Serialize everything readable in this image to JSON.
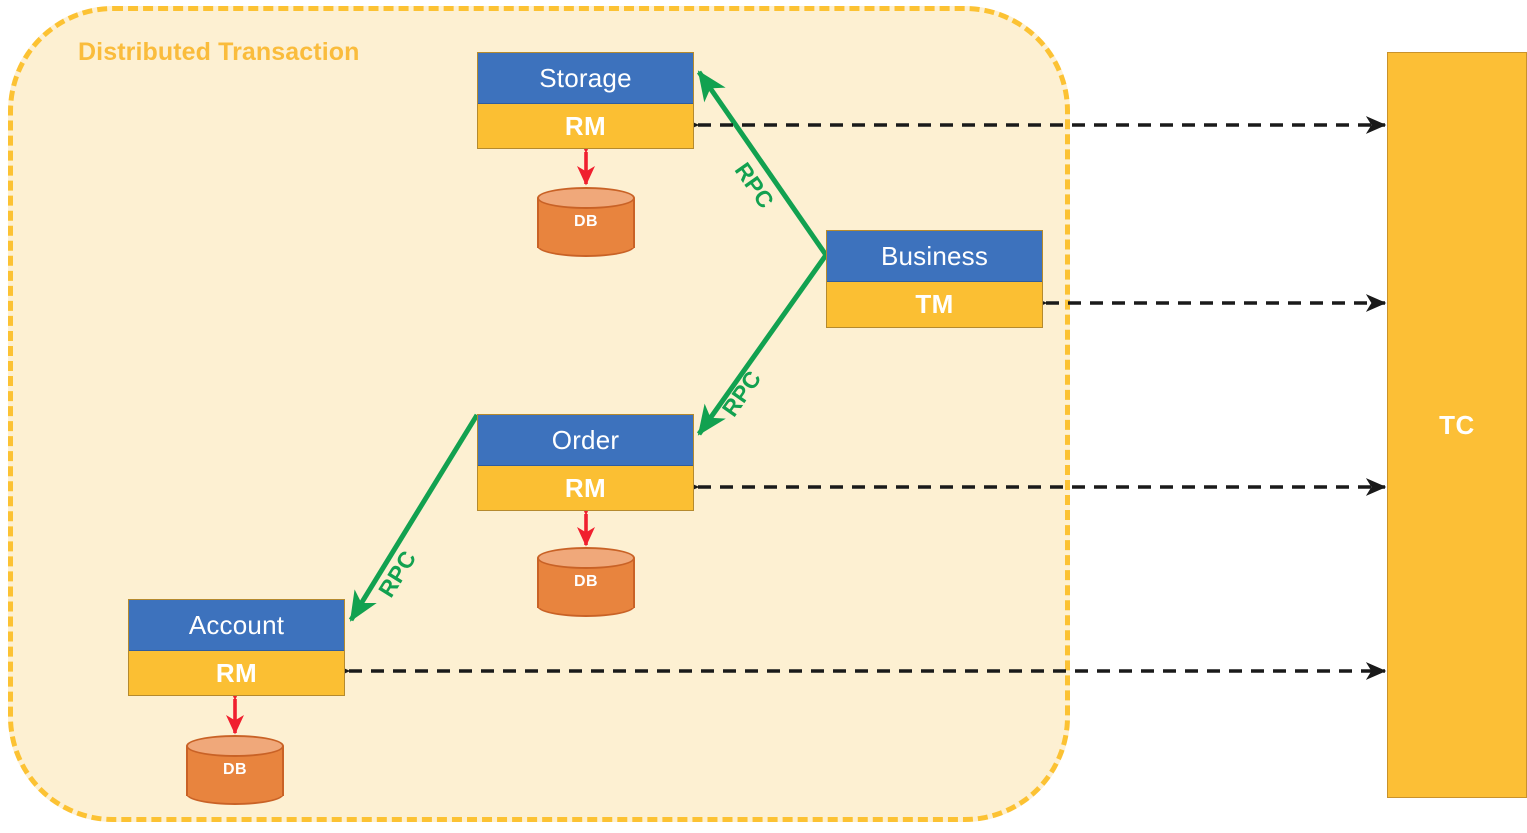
{
  "diagram": {
    "title": "Distributed Transaction",
    "boundary_label": "Distributed Transaction"
  },
  "colors": {
    "boundary_border": "#fcc233",
    "boundary_fill": "#fdf0d2",
    "title_text": "#fabc3c",
    "node_header": "#3d72bd",
    "node_body": "#fbbf33",
    "tc_bar": "#fcbf36",
    "rpc_line": "#12a150",
    "db_line": "#f01f2e",
    "tc_line": "#1a1a1a",
    "db_body": "#e8843e",
    "db_top": "#f0a87a"
  },
  "nodes": [
    {
      "id": "storage",
      "service": "Storage",
      "role": "RM"
    },
    {
      "id": "business",
      "service": "Business",
      "role": "TM"
    },
    {
      "id": "order",
      "service": "Order",
      "role": "RM"
    },
    {
      "id": "account",
      "service": "Account",
      "role": "RM"
    }
  ],
  "coordinator": {
    "label": "TC"
  },
  "databases": [
    {
      "id": "db-storage",
      "label": "DB",
      "owner": "storage"
    },
    {
      "id": "db-order",
      "label": "DB",
      "owner": "order"
    },
    {
      "id": "db-account",
      "label": "DB",
      "owner": "account"
    }
  ],
  "rpc_edges": [
    {
      "id": "rpc-business-storage",
      "label": "RPC",
      "from": "business",
      "to": "storage"
    },
    {
      "id": "rpc-business-order",
      "label": "RPC",
      "from": "business",
      "to": "order"
    },
    {
      "id": "rpc-order-account",
      "label": "RPC",
      "from": "order",
      "to": "account"
    }
  ],
  "tc_edges": [
    {
      "id": "tc-link-storage",
      "from": "storage-rm",
      "to": "tc",
      "style": "dashed",
      "direction": "bidirectional"
    },
    {
      "id": "tc-link-business",
      "from": "business-tm",
      "to": "tc",
      "style": "dashed",
      "direction": "bidirectional"
    },
    {
      "id": "tc-link-order",
      "from": "order-rm",
      "to": "tc",
      "style": "dashed",
      "direction": "bidirectional"
    },
    {
      "id": "tc-link-account",
      "from": "account-rm",
      "to": "tc",
      "style": "dashed",
      "direction": "bidirectional"
    }
  ],
  "db_edges": [
    {
      "id": "db-link-storage",
      "from": "storage-rm",
      "to": "db-storage",
      "direction": "bidirectional"
    },
    {
      "id": "db-link-order",
      "from": "order-rm",
      "to": "db-order",
      "direction": "bidirectional"
    },
    {
      "id": "db-link-account",
      "from": "account-rm",
      "to": "db-account",
      "direction": "bidirectional"
    }
  ]
}
